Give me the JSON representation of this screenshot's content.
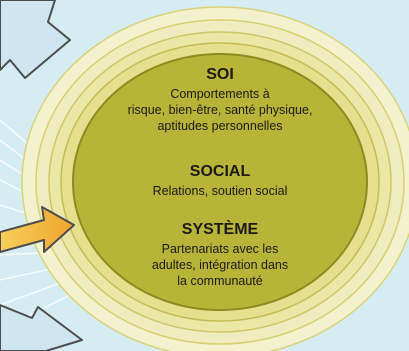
{
  "layers": [
    {
      "key": "soi",
      "heading": "SOI",
      "description_lines": [
        "Comportements à",
        "risque, bien-être, santé physique,",
        "aptitudes personnelles"
      ]
    },
    {
      "key": "social",
      "heading": "SOCIAL",
      "description_lines": [
        "Relations, soutien social"
      ]
    },
    {
      "key": "systeme",
      "heading": "SYSTÈME",
      "description_lines": [
        "Partenariats avec les",
        "adultes, intégration dans",
        "la communauté"
      ]
    }
  ],
  "colors": {
    "background": "#d5ecf3",
    "ring_outer": "#efedc0",
    "ring_mid": "#e8e39b",
    "ellipse_core": "#b8b437",
    "arrow_orange": "#f0b53a",
    "arrow_light": "#cfe6f0",
    "text": "#1a1a1a"
  },
  "icons": [
    "arrow-top-left-icon",
    "arrow-left-orange-icon",
    "arrow-bottom-left-icon"
  ]
}
